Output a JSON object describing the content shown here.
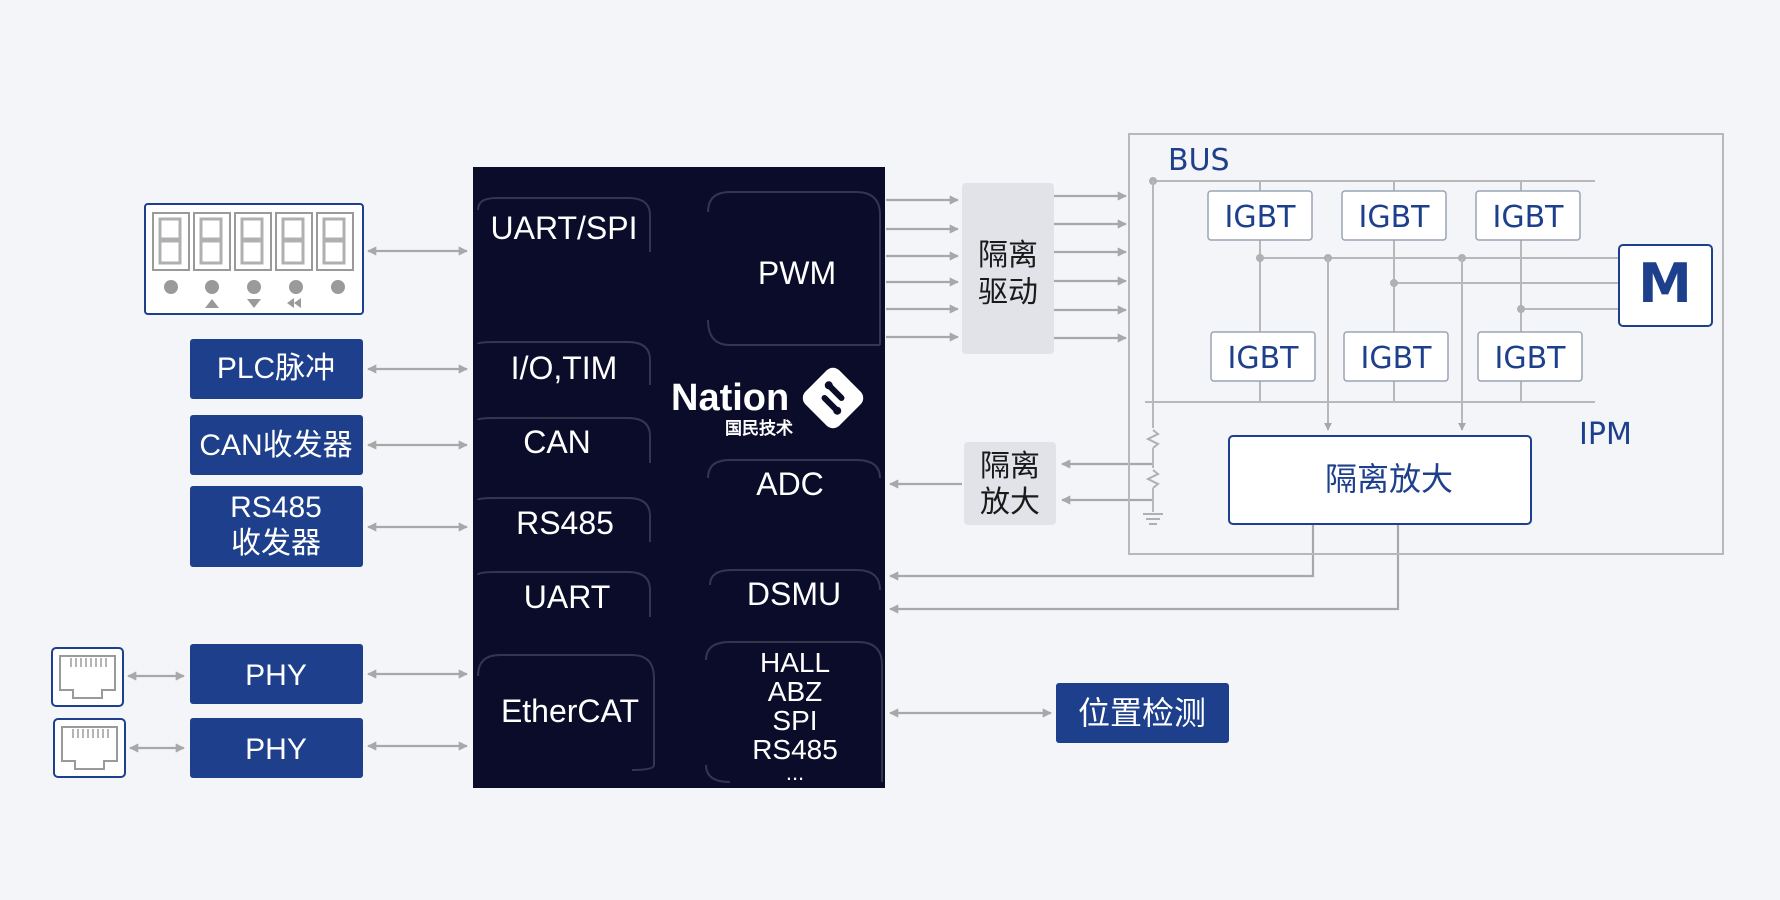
{
  "peripherals": {
    "plc": "PLC脉冲",
    "can_transceiver": "CAN收发器",
    "rs485_transceiver_line1": "RS485",
    "rs485_transceiver_line2": "收发器",
    "phy_1": "PHY",
    "phy_2": "PHY",
    "position_detect": "位置检测"
  },
  "mcu": {
    "brand": "Nation",
    "brand_sub": "国民技术",
    "left_blocks": [
      "UART/SPI",
      "I/O,TIM",
      "CAN",
      "RS485",
      "UART",
      "EtherCAT"
    ],
    "pwm": "PWM",
    "adc": "ADC",
    "dsmu": "DSMU",
    "encoder_lines": [
      "HALL",
      "ABZ",
      "SPI",
      "RS485",
      "..."
    ]
  },
  "isolation": {
    "driver_line1": "隔离",
    "driver_line2": "驱动",
    "amp_line1": "隔离",
    "amp_line2": "放大"
  },
  "ipm": {
    "bus_label": "BUS",
    "ipm_label": "IPM",
    "igbt_labels": [
      "IGBT",
      "IGBT",
      "IGBT",
      "IGBT",
      "IGBT",
      "IGBT"
    ],
    "motor_label": "M",
    "iso_amp_label": "隔离放大"
  },
  "colors": {
    "mcu_bg": "#0b0c2a",
    "peripheral_blue": "#1d3f8c",
    "line_gray": "#a8a8a8"
  },
  "icons": [
    "seven-segment-display-icon",
    "rj45-port-icon",
    "nation-logo-icon",
    "resistor-icon",
    "ground-icon"
  ]
}
